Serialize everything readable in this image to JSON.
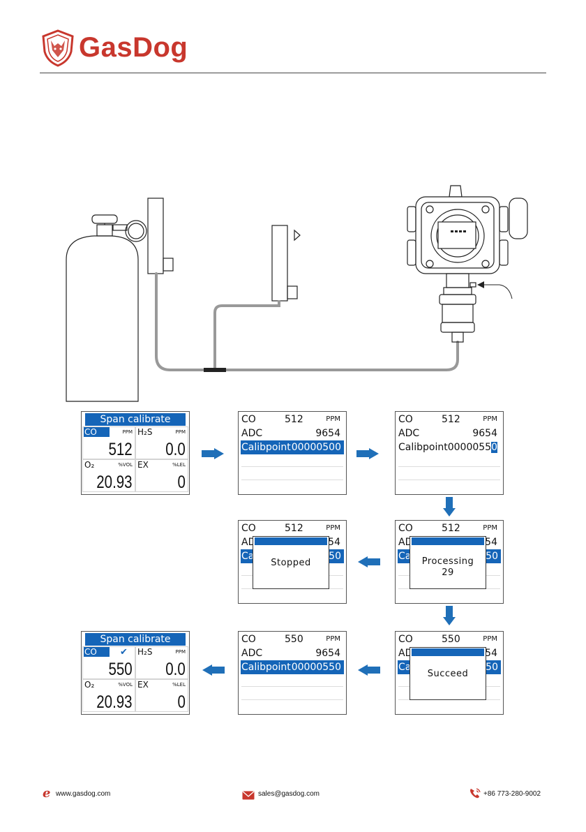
{
  "header": {
    "brand": "GasDog"
  },
  "screens": {
    "dash1": {
      "title": "Span calibrate",
      "cells": [
        {
          "name": "CO",
          "unit": "PPM",
          "value": "512"
        },
        {
          "name": "H₂S",
          "unit": "PPM",
          "value": "0.0"
        },
        {
          "name": "O₂",
          "unit": "%VOL",
          "value": "20.93"
        },
        {
          "name": "EX",
          "unit": "%LEL",
          "value": "0"
        }
      ]
    },
    "cal1": {
      "gas": "CO",
      "reading": "512",
      "unit": "PPM",
      "adc_label": "ADC",
      "adc": "9654",
      "cal_label": "Calibpoint",
      "cal": "00000500"
    },
    "cal2": {
      "gas": "CO",
      "reading": "512",
      "unit": "PPM",
      "adc_label": "ADC",
      "adc": "9654",
      "cal_label": "Calibpoint",
      "cal_prefix": "0000055",
      "cal_cursor": "0"
    },
    "stopped": {
      "gas": "CO",
      "reading": "512",
      "unit": "PPM",
      "peek1": "AD",
      "peek1r": "54",
      "peek2": "Ca",
      "peek2r": "50",
      "message": "Stopped"
    },
    "processing": {
      "gas": "CO",
      "reading": "512",
      "unit": "PPM",
      "peek1": "AD",
      "peek1r": "54",
      "peek2": "Ca",
      "peek2r": "50",
      "message": "Processing",
      "count": "29"
    },
    "succeed": {
      "gas": "CO",
      "reading": "550",
      "unit": "PPM",
      "peek1": "AD",
      "peek1r": "54",
      "peek2": "Ca",
      "peek2r": "50",
      "message": "Succeed"
    },
    "cal3": {
      "gas": "CO",
      "reading": "550",
      "unit": "PPM",
      "adc_label": "ADC",
      "adc": "9654",
      "cal_label": "Calibpoint",
      "cal": "00000550"
    },
    "dash2": {
      "title": "Span calibrate",
      "cells": [
        {
          "name": "CO",
          "unit": "",
          "value": "550"
        },
        {
          "name": "H₂S",
          "unit": "PPM",
          "value": "0.0"
        },
        {
          "name": "O₂",
          "unit": "%VOL",
          "value": "20.93"
        },
        {
          "name": "EX",
          "unit": "%LEL",
          "value": "0"
        }
      ]
    }
  },
  "footer": {
    "website": "www.gasdog.com",
    "email": "sales@gasdog.com",
    "phone": "+86 773-280-9002"
  },
  "colors": {
    "brand": "#c8372d",
    "accent": "#1565b8",
    "arrow": "#1f6fb8"
  },
  "icons": [
    "logo-shield-icon",
    "web-icon",
    "mail-icon",
    "phone-icon"
  ]
}
